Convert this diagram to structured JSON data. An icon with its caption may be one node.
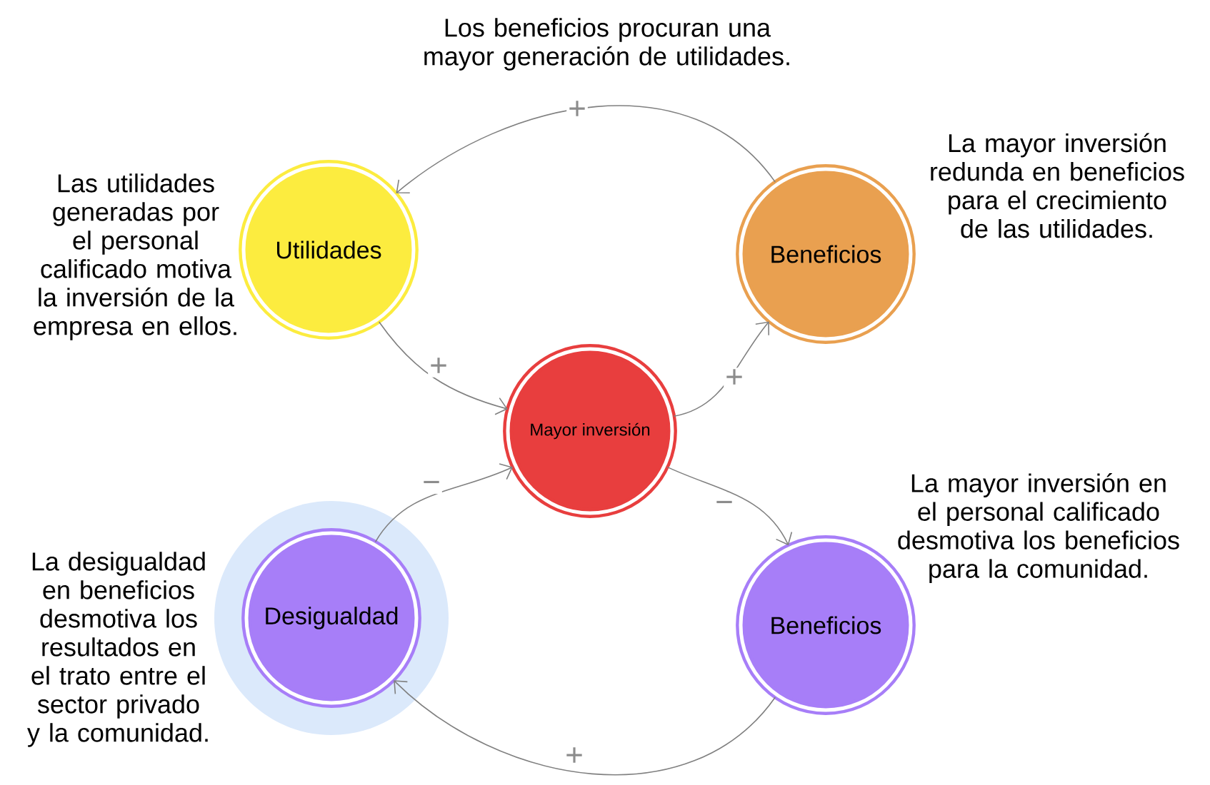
{
  "diagram": {
    "nodes": [
      {
        "text": [
          "Utilidades"
        ],
        "beside": [
          "Las utilidades generadas por el personal calificado motiva la inversión de la empresa en ellos."
        ]
      },
      {
        "text": [
          "Beneficios"
        ],
        "beside": [
          "La mayor inversión redunda en beneficios para el crecimiento de las utilidades."
        ]
      },
      {
        "text": [
          "Mayor inversión"
        ]
      },
      {
        "text": [
          "Desigualdad"
        ],
        "beside": [
          "La desigualdad en beneficios desmotiva los resultados en el trato entre el sector privado y la comunidad."
        ]
      },
      {
        "text": [
          "Beneficios"
        ],
        "beside": [
          "La mayor inversión en el personal calificado desmotiva los beneficios para la comunidad."
        ]
      }
    ],
    "edges": [
      {
        "from": 1,
        "to": 0,
        "arrow": "to",
        "label": "+"
      },
      {
        "from": 0,
        "to": 2,
        "arrow": "to",
        "label": "+"
      },
      {
        "from": 2,
        "to": 1,
        "arrow": "to",
        "label": "+"
      },
      {
        "from": 2,
        "to": 4,
        "arrow": "to",
        "label": "−"
      },
      {
        "from": 3,
        "to": 2,
        "arrow": "to",
        "label": "−"
      },
      {
        "from": 4,
        "to": 3,
        "arrow": "to",
        "label": "+"
      }
    ],
    "labels": [
      "Los beneficios procuran una mayor generación de utilidades."
    ]
  }
}
